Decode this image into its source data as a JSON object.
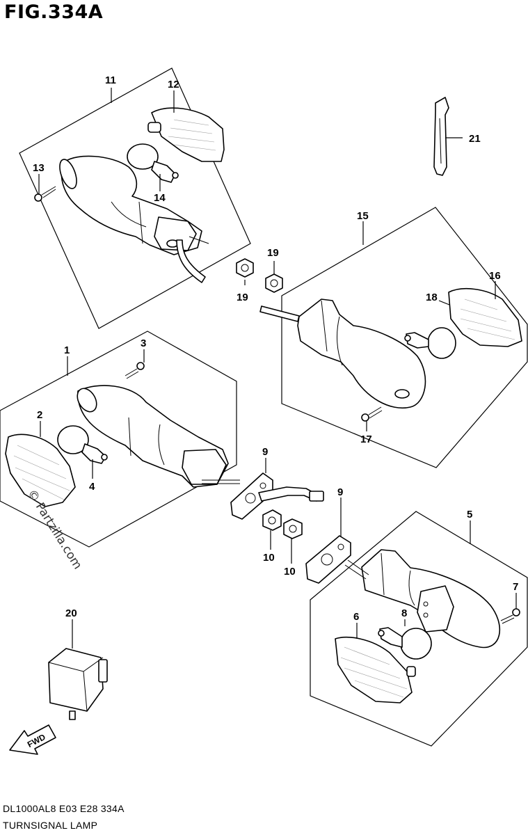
{
  "figure": {
    "title": "FIG.334A",
    "code_line": "DL1000AL8  E03  E28  334A",
    "name_line": "TURNSIGNAL LAMP"
  },
  "watermark": "© Partzilla.com",
  "direction_marker": "FWD",
  "callouts": {
    "c1": "1",
    "c2": "2",
    "c3": "3",
    "c4": "4",
    "c5": "5",
    "c6": "6",
    "c7": "7",
    "c8": "8",
    "c9a": "9",
    "c9b": "9",
    "c10a": "10",
    "c10b": "10",
    "c11": "11",
    "c12": "12",
    "c13": "13",
    "c14": "14",
    "c15": "15",
    "c16": "16",
    "c17": "17",
    "c18": "18",
    "c19a": "19",
    "c19b": "19",
    "c20": "20",
    "c21": "21"
  }
}
